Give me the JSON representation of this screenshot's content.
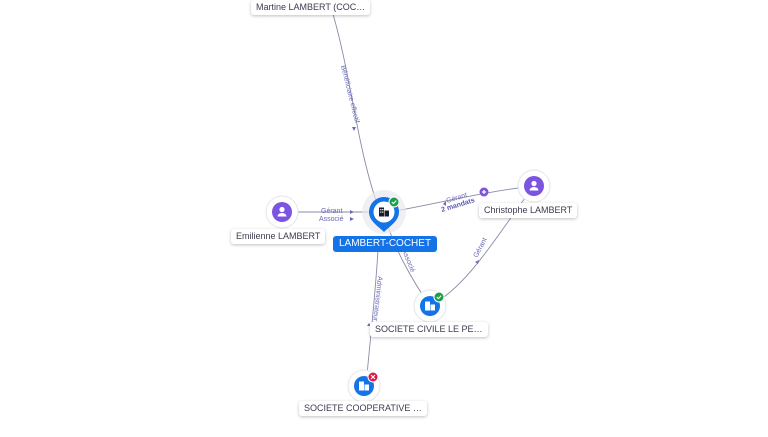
{
  "nodes": {
    "martine": {
      "label": "Martine LAMBERT (COC…",
      "icon": "person-icon"
    },
    "emilienne": {
      "label": "Emilienne LAMBERT",
      "icon": "person-icon"
    },
    "christophe": {
      "label": "Christophe LAMBERT",
      "icon": "person-icon"
    },
    "central": {
      "label": "LAMBERT-COCHET",
      "icon": "building-icon",
      "status": "active-check"
    },
    "civile": {
      "label": "SOCIETE CIVILE LE PE…",
      "icon": "building-icon",
      "status": "active-check"
    },
    "cooperative": {
      "label": "SOCIETE COOPERATIVE …",
      "icon": "building-icon",
      "status": "closed-cross"
    }
  },
  "edges": {
    "martine_central": "Bénéficiaire effectif",
    "emilienne_gerant": "Gérant",
    "emilienne_associe": "Associé",
    "christophe_gerant": "Gérant",
    "christophe_mandats": "2 mandats",
    "christophe_civile": "Gérant",
    "central_civile": "Associé",
    "central_coop": "Administrateur"
  },
  "colors": {
    "primary": "#1573e8",
    "person": "#7b55e0",
    "check": "#1a9e4b",
    "cross": "#d81b43",
    "edge": "#8a8aa8"
  }
}
